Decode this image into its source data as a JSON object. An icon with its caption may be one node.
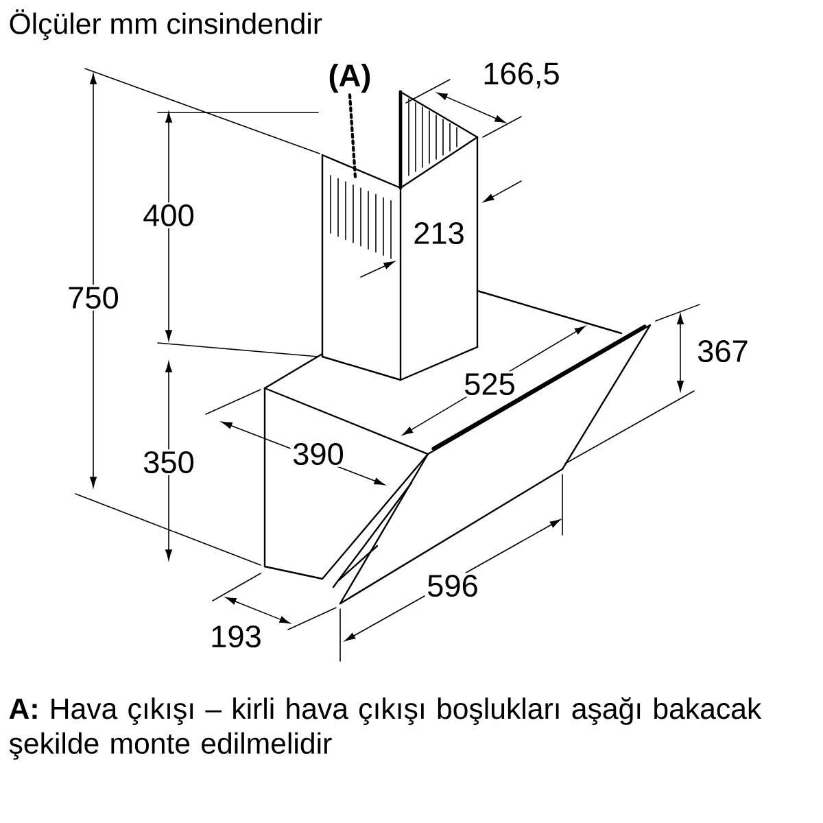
{
  "diagram": {
    "title": "Ölçüler mm cinsindendir",
    "caption": "**A:** Hava çıkışı – kirli hava çıkışı boşlukları aşağı bakacak şekilde monte edilmelidir",
    "nodes": [
      {
        "text": [
          "(A)"
        ]
      },
      {
        "text": [],
        "shape": "picture"
      }
    ],
    "edges": [
      {
        "from": 0,
        "to": 1,
        "arrow": "none",
        "style": "dashed"
      }
    ],
    "labels": [
      "166,5",
      "400",
      "750",
      "213",
      "367",
      "525",
      "390",
      "350",
      "596",
      "193"
    ]
  }
}
